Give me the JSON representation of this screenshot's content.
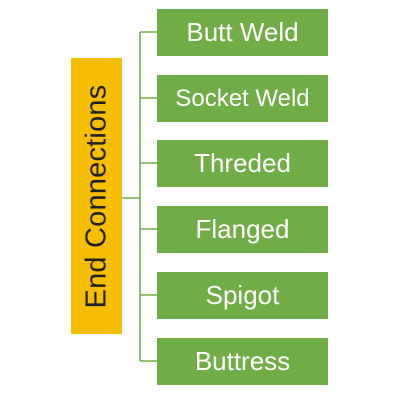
{
  "diagram": {
    "root": {
      "label": "End Connections",
      "color": "#F7BE00"
    },
    "children": [
      {
        "label": "Butt Weld"
      },
      {
        "label": "Socket Weld"
      },
      {
        "label": "Threded"
      },
      {
        "label": "Flanged"
      },
      {
        "label": "Spigot"
      },
      {
        "label": "Buttress"
      }
    ],
    "child_color": "#70AD47",
    "connector_color": "#70AD47"
  }
}
